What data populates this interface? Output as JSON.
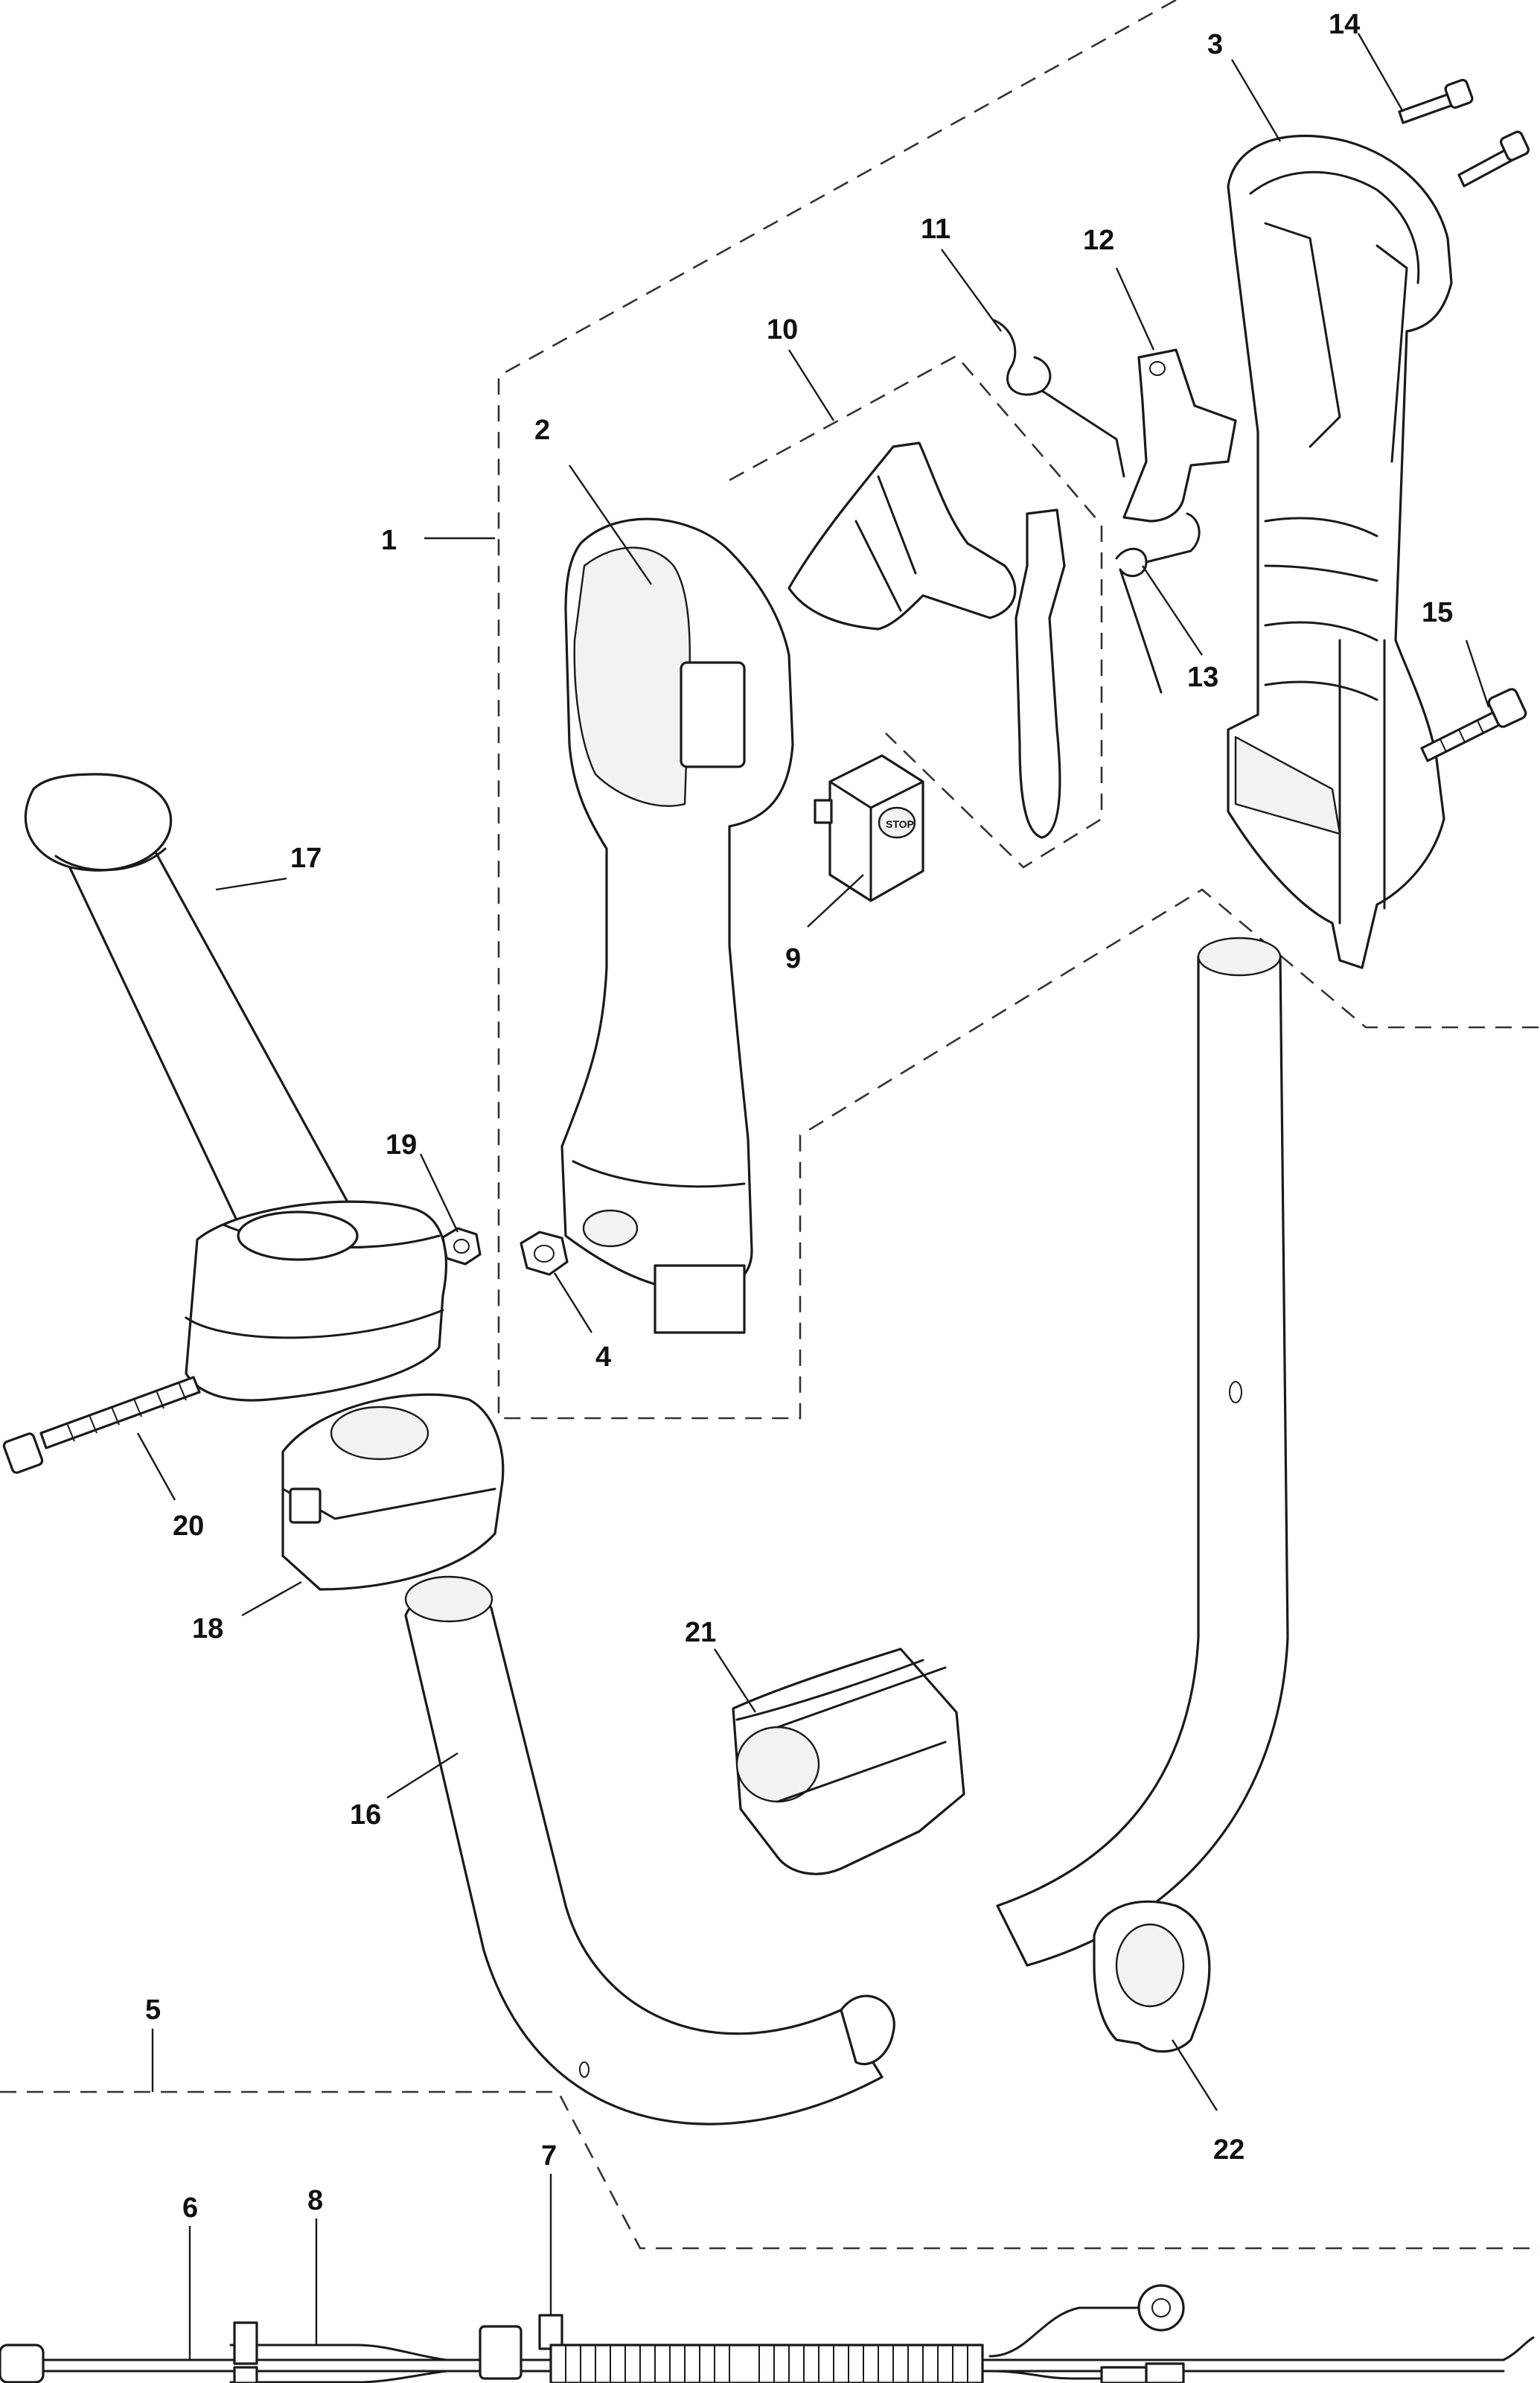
{
  "diagram": {
    "callouts": [
      {
        "id": "1",
        "label": "1"
      },
      {
        "id": "2",
        "label": "2"
      },
      {
        "id": "3",
        "label": "3"
      },
      {
        "id": "4",
        "label": "4"
      },
      {
        "id": "5",
        "label": "5"
      },
      {
        "id": "6",
        "label": "6"
      },
      {
        "id": "7",
        "label": "7"
      },
      {
        "id": "8",
        "label": "8"
      },
      {
        "id": "9",
        "label": "9"
      },
      {
        "id": "10",
        "label": "10"
      },
      {
        "id": "11",
        "label": "11"
      },
      {
        "id": "12",
        "label": "12"
      },
      {
        "id": "13",
        "label": "13"
      },
      {
        "id": "14",
        "label": "14"
      },
      {
        "id": "15",
        "label": "15"
      },
      {
        "id": "16",
        "label": "16"
      },
      {
        "id": "17",
        "label": "17"
      },
      {
        "id": "18",
        "label": "18"
      },
      {
        "id": "19",
        "label": "19"
      },
      {
        "id": "20",
        "label": "20"
      },
      {
        "id": "21",
        "label": "21"
      },
      {
        "id": "22",
        "label": "22"
      }
    ],
    "switch_text": "STOP"
  }
}
